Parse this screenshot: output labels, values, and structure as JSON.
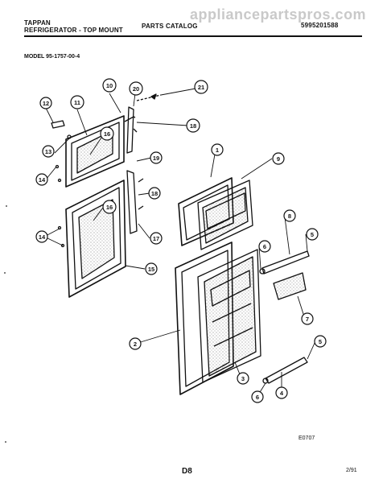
{
  "header": {
    "brand": "TAPPAN",
    "subtitle": "REFRIGERATOR - TOP MOUNT",
    "center": "PARTS CATALOG",
    "right": "5995201588",
    "watermark": "appliancepartspros.com"
  },
  "model": "MODEL 95-1757-00-4",
  "callouts": [
    "1",
    "2",
    "3",
    "4",
    "5",
    "5",
    "6",
    "6",
    "7",
    "8",
    "9",
    "10",
    "11",
    "12",
    "13",
    "14",
    "14",
    "15",
    "16",
    "16",
    "17",
    "18",
    "18",
    "19",
    "20",
    "21"
  ],
  "footer": {
    "ref_code": "E0707",
    "page": "D8",
    "date": "2/91"
  },
  "colors": {
    "ink": "#111111",
    "background": "#ffffff",
    "stipple": "#555555",
    "watermark": "#c9c9c9"
  }
}
